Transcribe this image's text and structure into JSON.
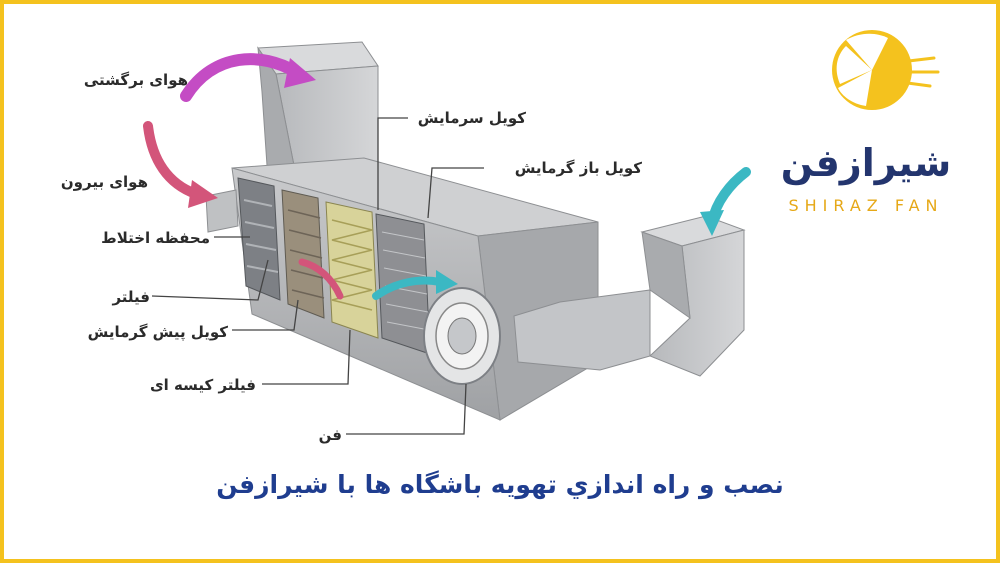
{
  "labels": {
    "return_air": "هوای برگشتی",
    "outside_air": "هوای بیرون",
    "mixing_chamber": "محفظه اختلاط",
    "filter": "فیلتر",
    "preheat_coil": "کویل پیش گرمایش",
    "bag_filter": "فیلتر کیسه ای",
    "fan": "فن",
    "cooling_coil": "کویل سرمایش",
    "reheat_coil": "کویل باز گرمایش"
  },
  "logo": {
    "name": "شیرازفن",
    "subtitle": "SHIRAZ FAN"
  },
  "caption": "نصب و راه اندازي تهویه باشگاه ها با شیرازفن",
  "colors": {
    "frame": "#f4c21e",
    "caption": "#1f3d8f",
    "arrow_return": "#c44cc4",
    "arrow_outside": "#d3557a",
    "arrow_supply": "#3bb8c3",
    "logo_primary": "#23356e",
    "logo_accent": "#e6a817"
  }
}
